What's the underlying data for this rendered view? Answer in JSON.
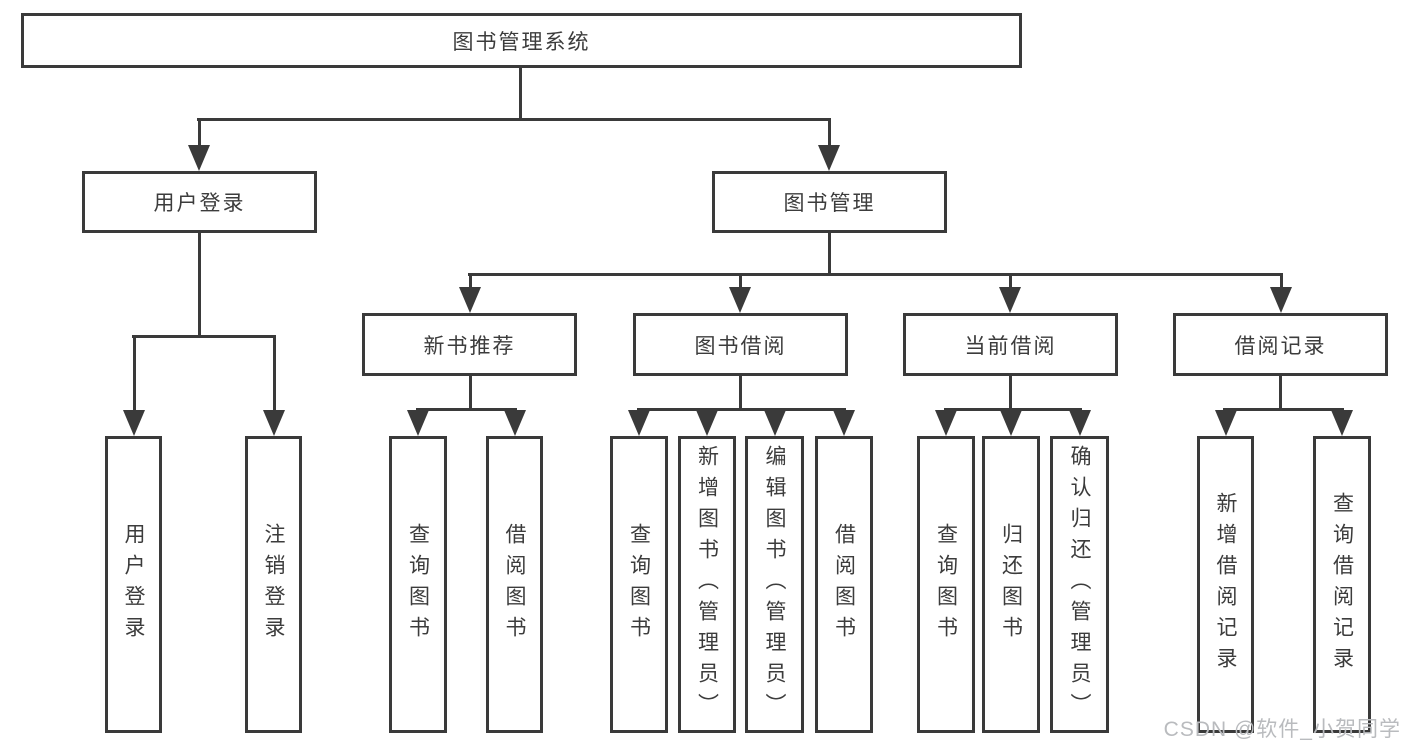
{
  "nodes": {
    "root": {
      "label": "图书管理系统"
    },
    "user_login": {
      "label": "用户登录"
    },
    "book_mgmt": {
      "label": "图书管理"
    },
    "new_book_rec": {
      "label": "新书推荐"
    },
    "book_borrow": {
      "label": "图书借阅"
    },
    "current_borrow": {
      "label": "当前借阅"
    },
    "borrow_records": {
      "label": "借阅记录"
    },
    "leaf_user_login": {
      "label": "用户登录"
    },
    "leaf_logout": {
      "label": "注销登录"
    },
    "rec_query": {
      "label": "查询图书"
    },
    "rec_borrow": {
      "label": "借阅图书"
    },
    "bb_query": {
      "label": "查询图书"
    },
    "bb_add": {
      "label": "新增图书（管理员）"
    },
    "bb_edit": {
      "label": "编辑图书（管理员）"
    },
    "bb_borrow": {
      "label": "借阅图书"
    },
    "cb_query": {
      "label": "查询图书"
    },
    "cb_return": {
      "label": "归还图书"
    },
    "cb_confirm": {
      "label": "确认归还（管理员）"
    },
    "br_add": {
      "label": "新增借阅记录"
    },
    "br_query": {
      "label": "查询借阅记录"
    }
  },
  "hierarchy": {
    "图书管理系统": {
      "用户登录": [
        "用户登录",
        "注销登录"
      ],
      "图书管理": {
        "新书推荐": [
          "查询图书",
          "借阅图书"
        ],
        "图书借阅": [
          "查询图书",
          "新增图书（管理员）",
          "编辑图书（管理员）",
          "借阅图书"
        ],
        "当前借阅": [
          "查询图书",
          "归还图书",
          "确认归还（管理员）"
        ],
        "借阅记录": [
          "新增借阅记录",
          "查询借阅记录"
        ]
      }
    }
  },
  "watermark": {
    "text": "CSDN @软件_小贺同学"
  },
  "colors": {
    "line": "#3a3a3a",
    "text": "#3c3c3c",
    "watermark": "#b9bbbe",
    "background": "#ffffff"
  }
}
